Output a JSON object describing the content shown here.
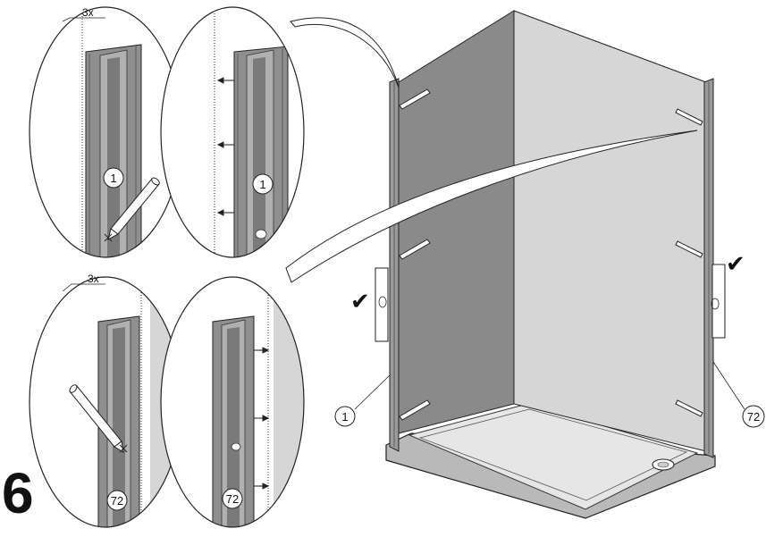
{
  "step_number": "6",
  "repeat_count_top": "3x",
  "repeat_count_bottom": "3x",
  "part_left": "1",
  "part_right": "72",
  "check_mark": "✔",
  "colors": {
    "back_wall_dark": "#8a8a8a",
    "side_wall_light": "#d6d6d6",
    "profile_mid": "#8f8f8f",
    "line": "#222222"
  },
  "icons": [
    "pencil-icon",
    "check-icon",
    "arrow-icon",
    "hole-icon"
  ]
}
